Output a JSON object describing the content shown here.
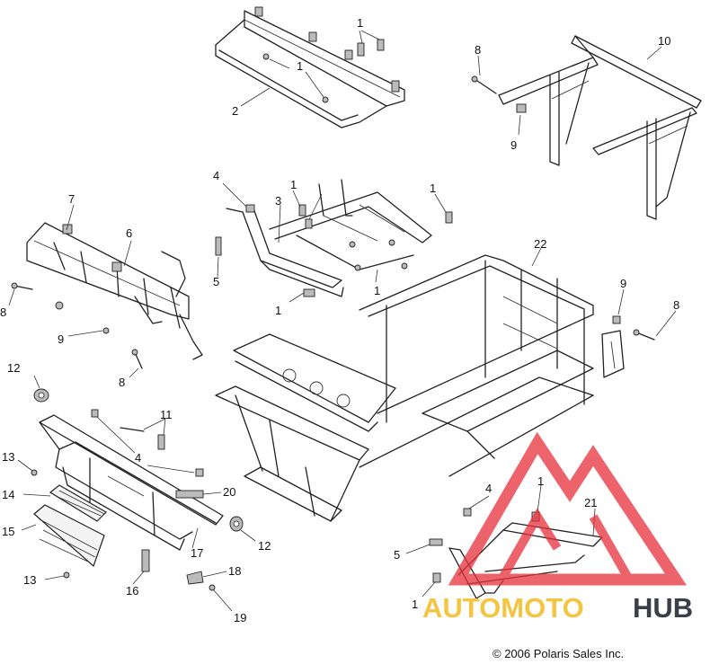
{
  "diagram": {
    "callouts": [
      {
        "id": "c1a",
        "text": "1"
      },
      {
        "id": "c1b",
        "text": "1"
      },
      {
        "id": "c2",
        "text": "2"
      },
      {
        "id": "c8a",
        "text": "8"
      },
      {
        "id": "c10",
        "text": "10"
      },
      {
        "id": "c9a",
        "text": "9"
      },
      {
        "id": "c4a",
        "text": "4"
      },
      {
        "id": "c3",
        "text": "3"
      },
      {
        "id": "c1c",
        "text": "1"
      },
      {
        "id": "c1d",
        "text": "1"
      },
      {
        "id": "c7",
        "text": "7"
      },
      {
        "id": "c6",
        "text": "6"
      },
      {
        "id": "c5a",
        "text": "5"
      },
      {
        "id": "c1e",
        "text": "1"
      },
      {
        "id": "c1f",
        "text": "1"
      },
      {
        "id": "c22",
        "text": "22"
      },
      {
        "id": "c8b",
        "text": "8"
      },
      {
        "id": "c9b",
        "text": "9"
      },
      {
        "id": "c9c",
        "text": "9"
      },
      {
        "id": "c8c",
        "text": "8"
      },
      {
        "id": "c12a",
        "text": "12"
      },
      {
        "id": "c8d",
        "text": "8"
      },
      {
        "id": "c11",
        "text": "11"
      },
      {
        "id": "c4b",
        "text": "4"
      },
      {
        "id": "c13a",
        "text": "13"
      },
      {
        "id": "c20",
        "text": "20"
      },
      {
        "id": "c14",
        "text": "14"
      },
      {
        "id": "c15",
        "text": "15"
      },
      {
        "id": "c17",
        "text": "17"
      },
      {
        "id": "c12b",
        "text": "12"
      },
      {
        "id": "c13b",
        "text": "13"
      },
      {
        "id": "c16",
        "text": "16"
      },
      {
        "id": "c18",
        "text": "18"
      },
      {
        "id": "c19",
        "text": "19"
      },
      {
        "id": "c4c",
        "text": "4"
      },
      {
        "id": "c1g",
        "text": "1"
      },
      {
        "id": "c21",
        "text": "21"
      },
      {
        "id": "c5b",
        "text": "5"
      },
      {
        "id": "c1h",
        "text": "1"
      }
    ],
    "copyright": "© 2006 Polaris Sales Inc."
  },
  "watermark": {
    "word_part1": "AUTOMOTO",
    "word_part2": "HUB",
    "color_primary": "#e8303a",
    "color_secondary": "#f5c542",
    "color_dark": "#3a3f47"
  }
}
